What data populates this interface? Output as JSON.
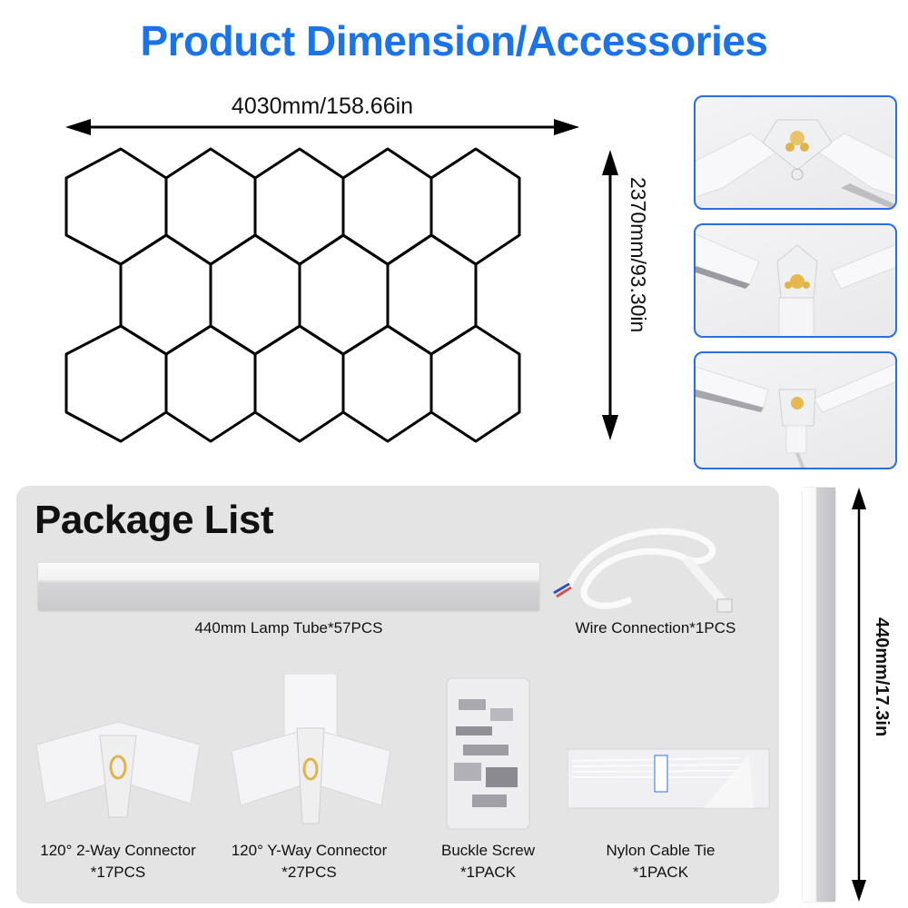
{
  "title": "Product Dimension/Accessories",
  "dimensions": {
    "width_label": "4030mm/158.66in",
    "height_label": "2370mm/93.30in",
    "tube_length_label": "440mm/17.3in"
  },
  "hex_layout": {
    "rows": [
      5,
      4,
      5
    ],
    "total_hexagons": 14
  },
  "photos": [
    {
      "name": "2-way connector joint closeup"
    },
    {
      "name": "Y-way connector joint closeup"
    },
    {
      "name": "wire connection joint closeup"
    }
  ],
  "package_list": {
    "heading": "Package List",
    "items": [
      {
        "name": "440mm Lamp Tube",
        "qty": "*57PCS",
        "label": "440mm Lamp Tube*57PCS"
      },
      {
        "name": "Wire Connection",
        "qty": "*1PCS",
        "label": "Wire Connection*1PCS"
      },
      {
        "name": "120° 2-Way Connector",
        "qty": "*17PCS"
      },
      {
        "name": "120° Y-Way Connector",
        "qty": "*27PCS"
      },
      {
        "name": "Buckle Screw",
        "qty": "*1PACK"
      },
      {
        "name": "Nylon Cable Tie",
        "qty": "*1PACK"
      }
    ]
  },
  "colors": {
    "title_blue": "#1a73e8",
    "card_border": "#2a6fdb",
    "panel_bg": "#e4e4e4"
  }
}
